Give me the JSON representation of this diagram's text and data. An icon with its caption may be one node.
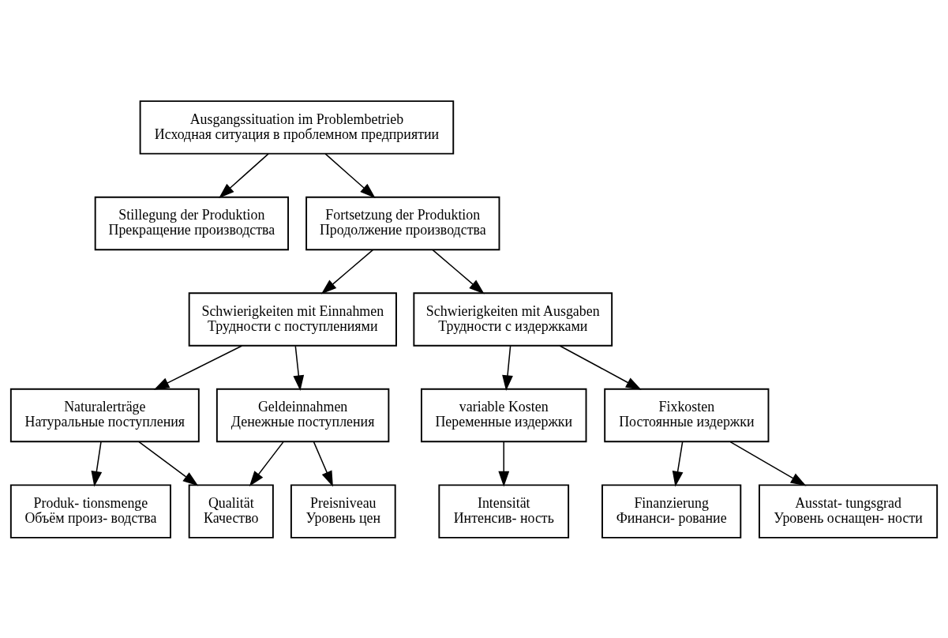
{
  "diagram": {
    "nodes": [
      {
        "text": [
          "Ausgangssituation im Problembetrieb",
          "Исходная ситуация в проблемном предприятии"
        ]
      },
      {
        "text": [
          "Stillegung der Produktion",
          "Прекращение производства"
        ]
      },
      {
        "text": [
          "Fortsetzung der Produktion",
          "Продолжение производства"
        ]
      },
      {
        "text": [
          "Schwierigkeiten mit Einnahmen",
          "Трудности с поступлениями"
        ]
      },
      {
        "text": [
          "Schwierigkeiten mit Ausgaben",
          "Трудности с издержками"
        ]
      },
      {
        "text": [
          "Naturalerträge",
          "Натуральные поступления"
        ]
      },
      {
        "text": [
          "Geldeinnahmen",
          "Денежные поступления"
        ]
      },
      {
        "text": [
          "variable Kosten",
          "Переменные издержки"
        ]
      },
      {
        "text": [
          "Fixkosten",
          "Постоянные издержки"
        ]
      },
      {
        "text": [
          "Produk- tionsmenge",
          "Объём произ- водства"
        ]
      },
      {
        "text": [
          "Qualität",
          "Качество"
        ]
      },
      {
        "text": [
          "Preisniveau",
          "Уровень цен"
        ]
      },
      {
        "text": [
          "Intensität",
          "Интенсив- ность"
        ]
      },
      {
        "text": [
          "Finanzierung",
          "Финанси- рование"
        ]
      },
      {
        "text": [
          "Ausstat- tungsgrad",
          "Уровень оснащен- ности"
        ]
      }
    ],
    "edges": [
      {
        "from": 0,
        "to": 1,
        "arrow": "to"
      },
      {
        "from": 0,
        "to": 2,
        "arrow": "to"
      },
      {
        "from": 2,
        "to": 3,
        "arrow": "to"
      },
      {
        "from": 2,
        "to": 4,
        "arrow": "to"
      },
      {
        "from": 3,
        "to": 5,
        "arrow": "to"
      },
      {
        "from": 3,
        "to": 6,
        "arrow": "to"
      },
      {
        "from": 4,
        "to": 7,
        "arrow": "to"
      },
      {
        "from": 4,
        "to": 8,
        "arrow": "to"
      },
      {
        "from": 5,
        "to": 9,
        "arrow": "to"
      },
      {
        "from": 5,
        "to": 10,
        "arrow": "to"
      },
      {
        "from": 6,
        "to": 10,
        "arrow": "to"
      },
      {
        "from": 6,
        "to": 11,
        "arrow": "to"
      },
      {
        "from": 7,
        "to": 12,
        "arrow": "to"
      },
      {
        "from": 8,
        "to": 13,
        "arrow": "to"
      },
      {
        "from": 8,
        "to": 14,
        "arrow": "to"
      }
    ]
  }
}
